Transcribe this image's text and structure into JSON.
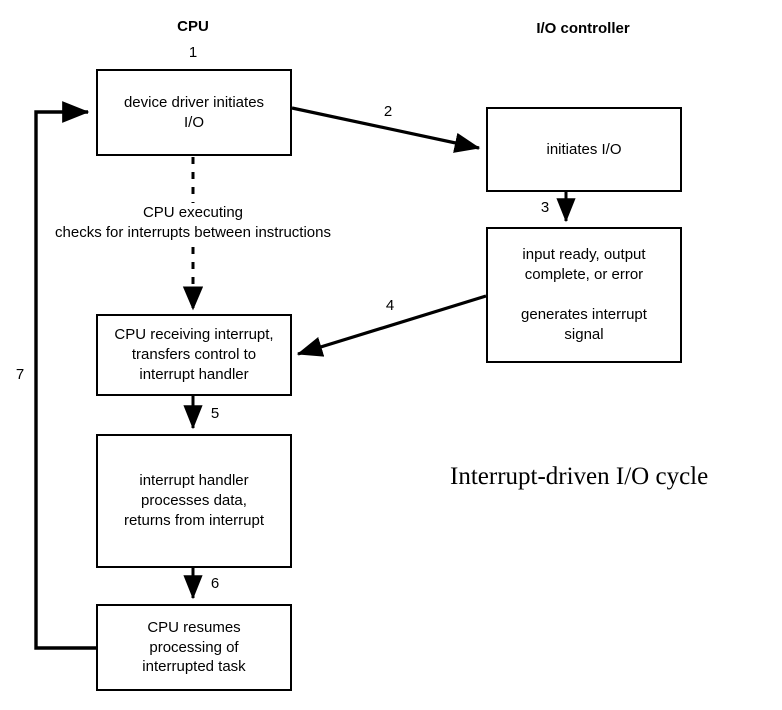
{
  "diagram": {
    "title": "Interrupt-driven I/O cycle",
    "columns": [
      {
        "id": "cpu",
        "label": "CPU"
      },
      {
        "id": "io-controller",
        "label": "I/O controller"
      }
    ],
    "nodes": [
      {
        "id": "device-driver-initiates-io",
        "text": "device driver initiates\nI/O"
      },
      {
        "id": "initiates-io",
        "text": "initiates I/O"
      },
      {
        "id": "input-ready-output-complete",
        "text": "input ready, output\ncomplete, or error\n\ngenerates interrupt\nsignal"
      },
      {
        "id": "cpu-receiving-interrupt",
        "text": "CPU receiving interrupt,\ntransfers control to\ninterrupt handler"
      },
      {
        "id": "interrupt-handler-processes",
        "text": "interrupt handler\nprocesses data,\nreturns from interrupt"
      },
      {
        "id": "cpu-resumes-processing",
        "text": "CPU resumes\nprocessing of\ninterrupted task"
      }
    ],
    "step_labels": [
      {
        "id": "step-1",
        "value": "1"
      },
      {
        "id": "step-2",
        "value": "2"
      },
      {
        "id": "step-3",
        "value": "3"
      },
      {
        "id": "step-4",
        "value": "4"
      },
      {
        "id": "step-5",
        "value": "5"
      },
      {
        "id": "step-6",
        "value": "6"
      },
      {
        "id": "step-7",
        "value": "7"
      }
    ],
    "annotations": [
      {
        "id": "cpu-executing-note",
        "text": "CPU executing\nchecks for interrupts between instructions"
      }
    ],
    "colors": {
      "stroke": "#000000",
      "fill": "#ffffff",
      "text": "#000000"
    }
  }
}
